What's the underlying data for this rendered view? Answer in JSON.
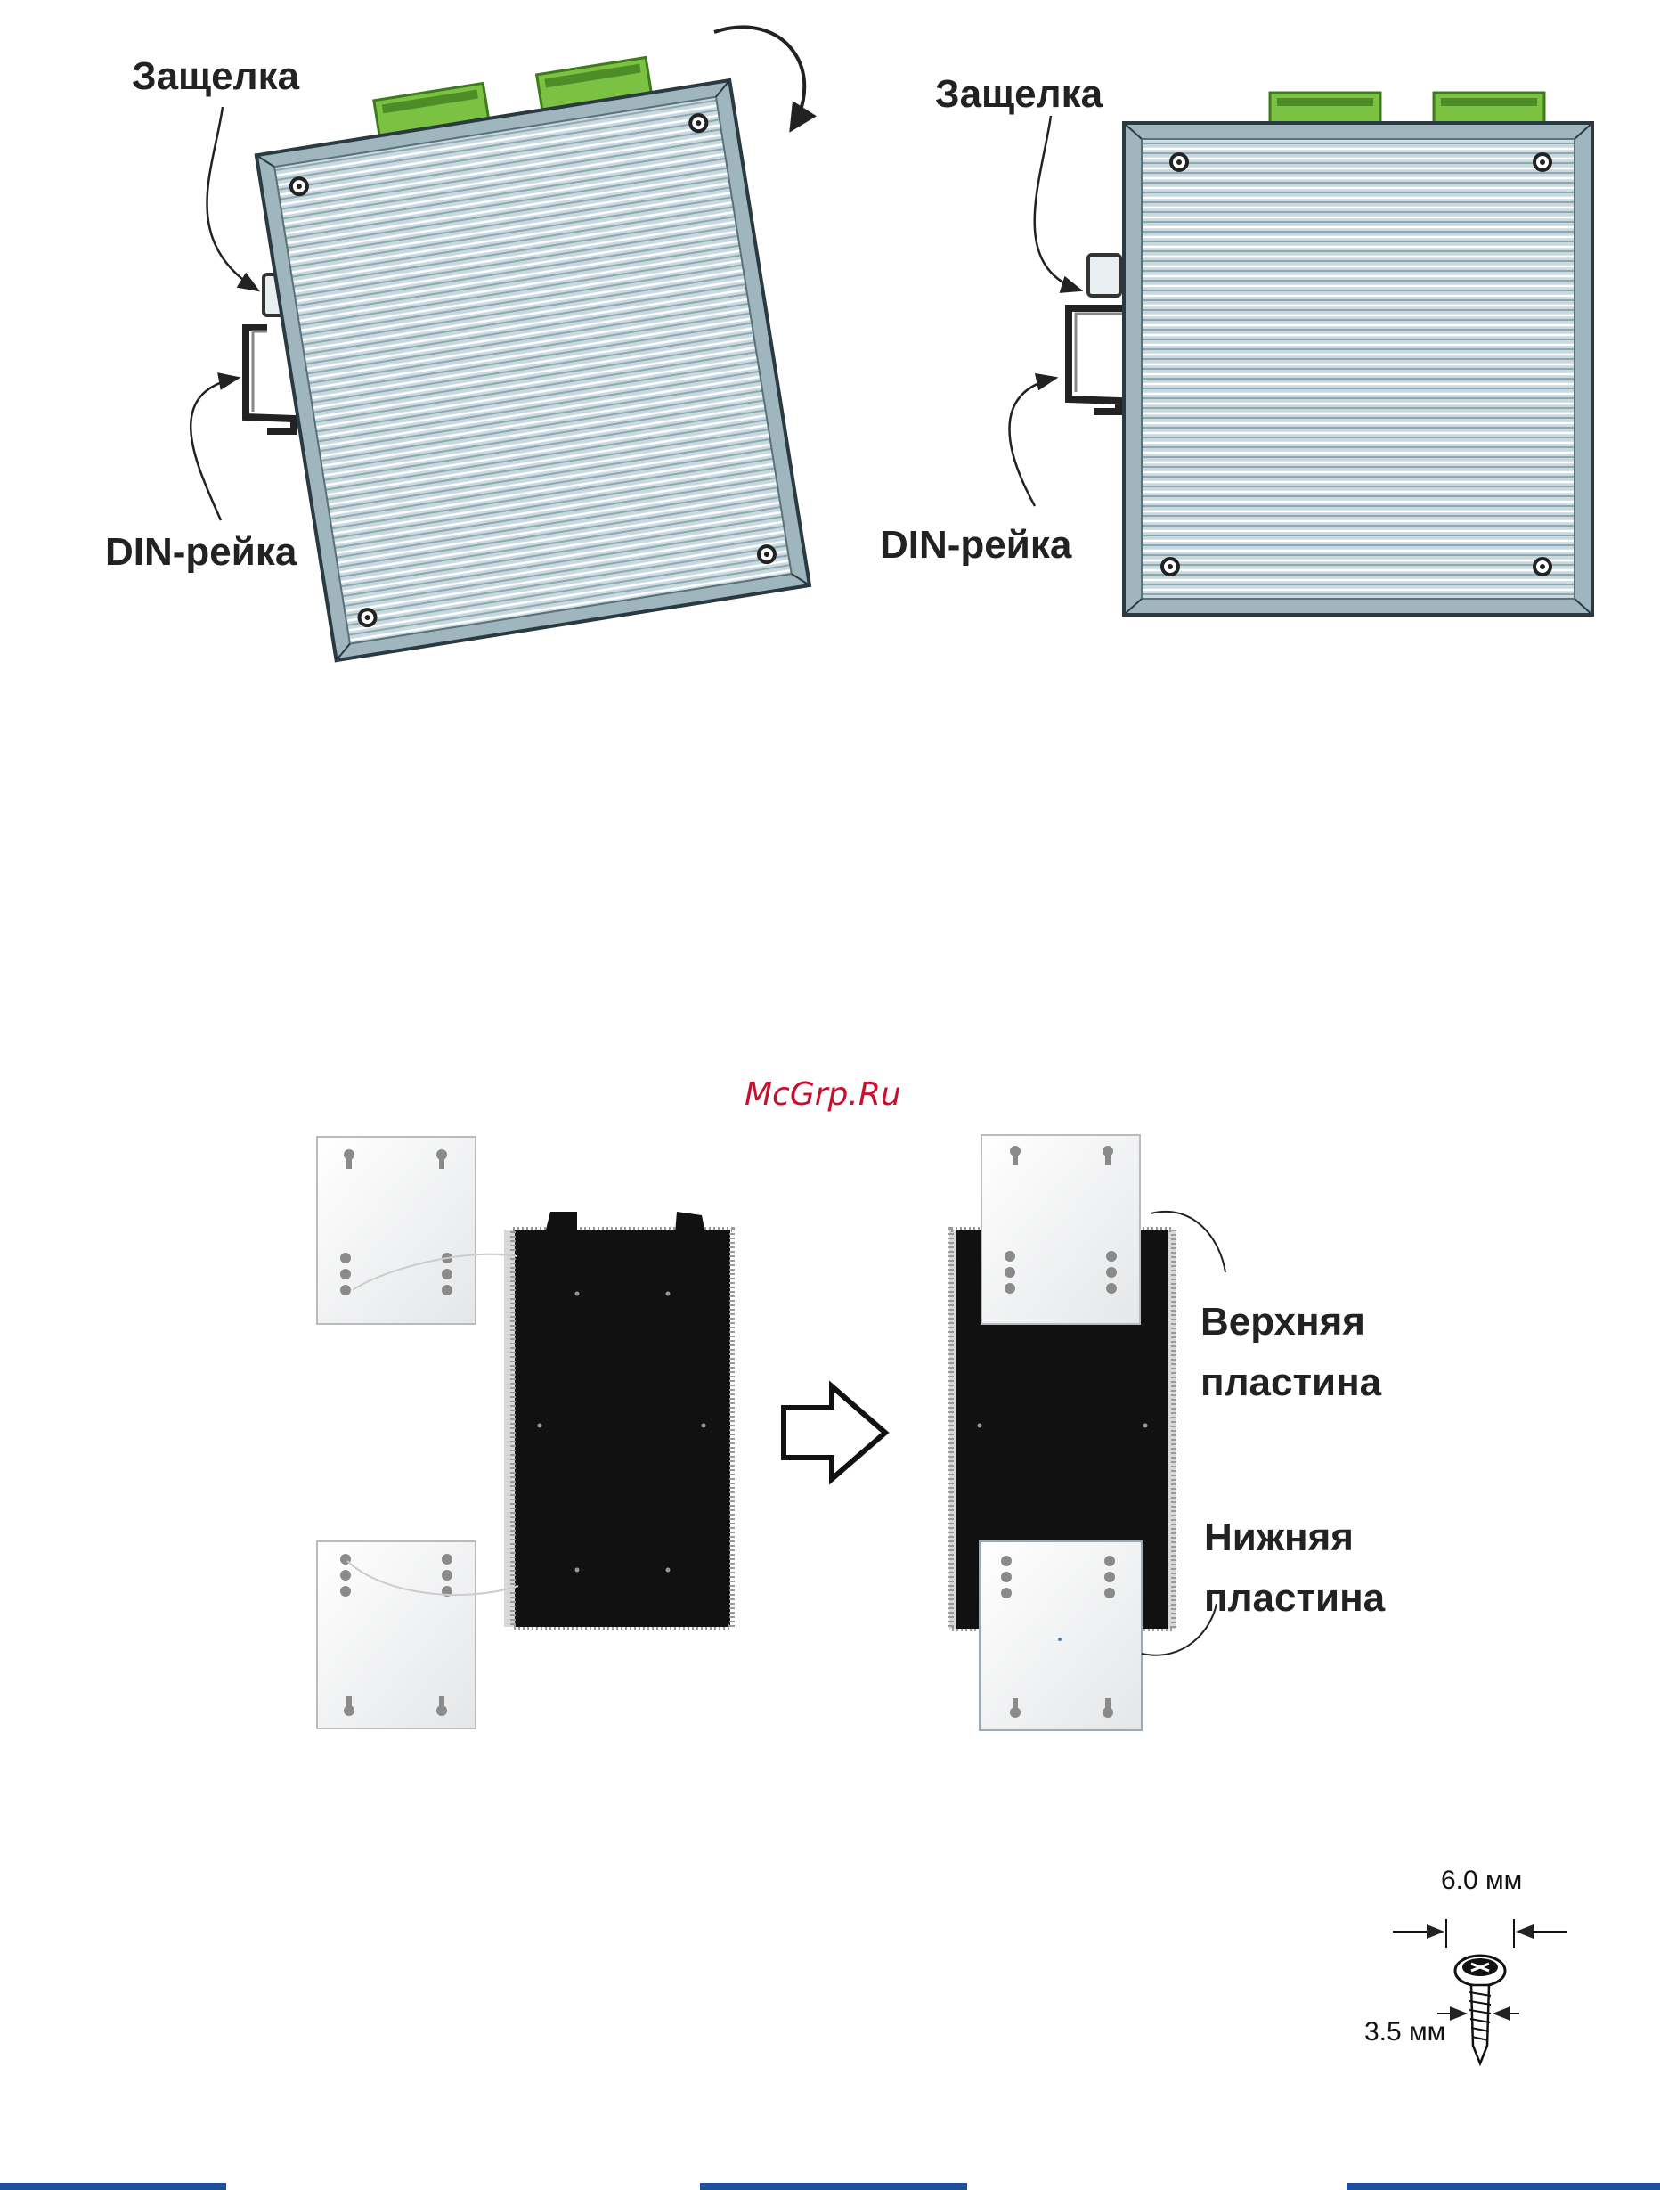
{
  "din_mount": {
    "left": {
      "latch_label": "Защелка",
      "rail_label": "DIN-рейка"
    },
    "right": {
      "latch_label": "Защелка",
      "rail_label": "DIN-рейка"
    }
  },
  "watermark": "McGrp.Ru",
  "wall_mount": {
    "top_plate_label_line1": "Верхняя",
    "top_plate_label_line2": "пластина",
    "bottom_plate_label_line1": "Нижняя",
    "bottom_plate_label_line2": "пластина"
  },
  "screw": {
    "head_dim": "6.0 мм",
    "shank_dim": "3.5 мм"
  },
  "colors": {
    "case": "#b9cdd4",
    "connector": "#7cc242",
    "footer_bar": "#1d4e9e"
  }
}
